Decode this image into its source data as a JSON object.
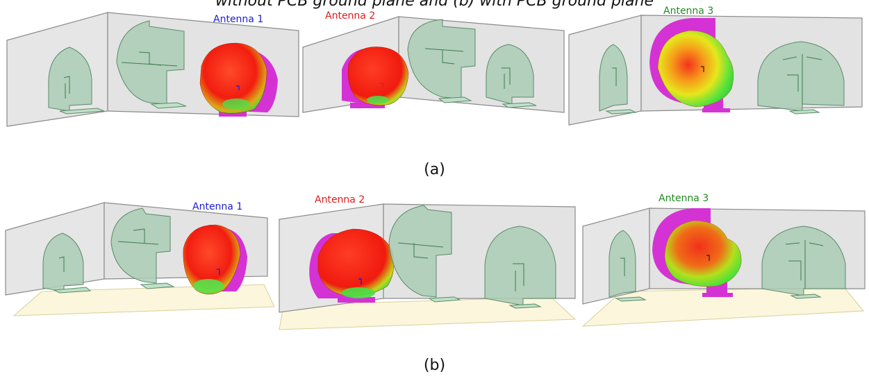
{
  "caption": "without PCB ground plane and (b) with PCB ground plane",
  "rows": [
    {
      "sub_label": "(a)",
      "panels": [
        {
          "label": "Antenna 1",
          "label_color": "#1b1bd6"
        },
        {
          "label": "Antenna 2",
          "label_color": "#e01b1b"
        },
        {
          "label": "Antenna 3",
          "label_color": "#1e8a1e"
        }
      ]
    },
    {
      "sub_label": "(b)",
      "panels": [
        {
          "label": "Antenna 1",
          "label_color": "#1b1bd6"
        },
        {
          "label": "Antenna 2",
          "label_color": "#e01b1b"
        },
        {
          "label": "Antenna 3",
          "label_color": "#1e8a1e"
        }
      ]
    }
  ],
  "colors": {
    "wall": "#e6e6e6",
    "wall_edge": "#8a8a8a",
    "antenna_fill": "#a9cdb4",
    "antenna_edge": "#5b8a6a",
    "reflector": "#d532d5",
    "ground_plane": "#fbf6dc",
    "pattern_red": "#f21d10",
    "pattern_yellow": "#e8e31c",
    "pattern_green": "#38e33c"
  }
}
